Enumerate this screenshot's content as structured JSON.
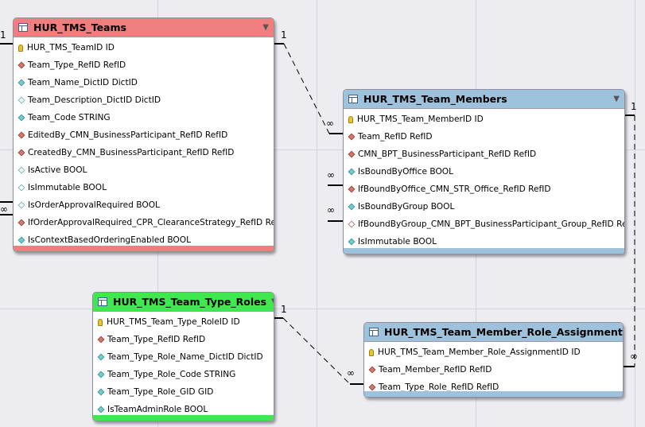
{
  "entities": {
    "teams": {
      "title": "HUR_TMS_Teams",
      "header_color": "#f07e7e",
      "columns": [
        {
          "icon": "pk",
          "text": "HUR_TMS_TeamID ID"
        },
        {
          "icon": "fk",
          "text": "Team_Type_RefID RefID"
        },
        {
          "icon": "attr",
          "text": "Team_Name_DictID DictID"
        },
        {
          "icon": "attr-empty",
          "text": "Team_Description_DictID DictID"
        },
        {
          "icon": "attr",
          "text": "Team_Code STRING"
        },
        {
          "icon": "fk",
          "text": "EditedBy_CMN_BusinessParticipant_RefID RefID"
        },
        {
          "icon": "fk",
          "text": "CreatedBy_CMN_BusinessParticipant_RefID RefID"
        },
        {
          "icon": "attr-empty",
          "text": "IsActive BOOL"
        },
        {
          "icon": "attr-empty",
          "text": "IsImmutable BOOL"
        },
        {
          "icon": "attr-empty",
          "text": "IsOrderApprovalRequired BOOL"
        },
        {
          "icon": "fk",
          "text": "IfOrderApprovalRequired_CPR_ClearanceStrategy_RefID RefID"
        },
        {
          "icon": "attr",
          "text": "IsContextBasedOrderingEnabled BOOL"
        }
      ]
    },
    "team_members": {
      "title": "HUR_TMS_Team_Members",
      "header_color": "#9ec1dc",
      "columns": [
        {
          "icon": "pk",
          "text": "HUR_TMS_Team_MemberID ID"
        },
        {
          "icon": "fk",
          "text": "Team_RefID RefID"
        },
        {
          "icon": "fk",
          "text": "CMN_BPT_BusinessParticipant_RefID RefID"
        },
        {
          "icon": "attr",
          "text": "IsBoundByOffice BOOL"
        },
        {
          "icon": "fk",
          "text": "IfBoundByOffice_CMN_STR_Office_RefID RefID"
        },
        {
          "icon": "attr",
          "text": "IsBoundByGroup BOOL"
        },
        {
          "icon": "fk-empty",
          "text": "IfBoundByGroup_CMN_BPT_BusinessParticipant_Group_RefID RefID"
        },
        {
          "icon": "attr",
          "text": "IsImmutable BOOL"
        }
      ]
    },
    "team_type_roles": {
      "title": "HUR_TMS_Team_Type_Roles",
      "header_color": "#3ee84e",
      "columns": [
        {
          "icon": "pk",
          "text": "HUR_TMS_Team_Type_RoleID ID"
        },
        {
          "icon": "fk",
          "text": "Team_Type_RefID RefID"
        },
        {
          "icon": "attr",
          "text": "Team_Type_Role_Name_DictID DictID"
        },
        {
          "icon": "attr",
          "text": "Team_Type_Role_Code STRING"
        },
        {
          "icon": "attr",
          "text": "Team_Type_Role_GID GID"
        },
        {
          "icon": "attr",
          "text": "IsTeamAdminRole BOOL"
        }
      ]
    },
    "member_role_assignments": {
      "title": "HUR_TMS_Team_Member_Role_Assignments",
      "header_color": "#9ec1dc",
      "columns": [
        {
          "icon": "pk",
          "text": "HUR_TMS_Team_Member_Role_AssignmentID ID"
        },
        {
          "icon": "fk",
          "text": "Team_Member_RefID RefID"
        },
        {
          "icon": "fk",
          "text": "Team_Type_Role_RefID RefID"
        }
      ]
    }
  },
  "cardinality": {
    "one": "1",
    "many": "∞"
  }
}
